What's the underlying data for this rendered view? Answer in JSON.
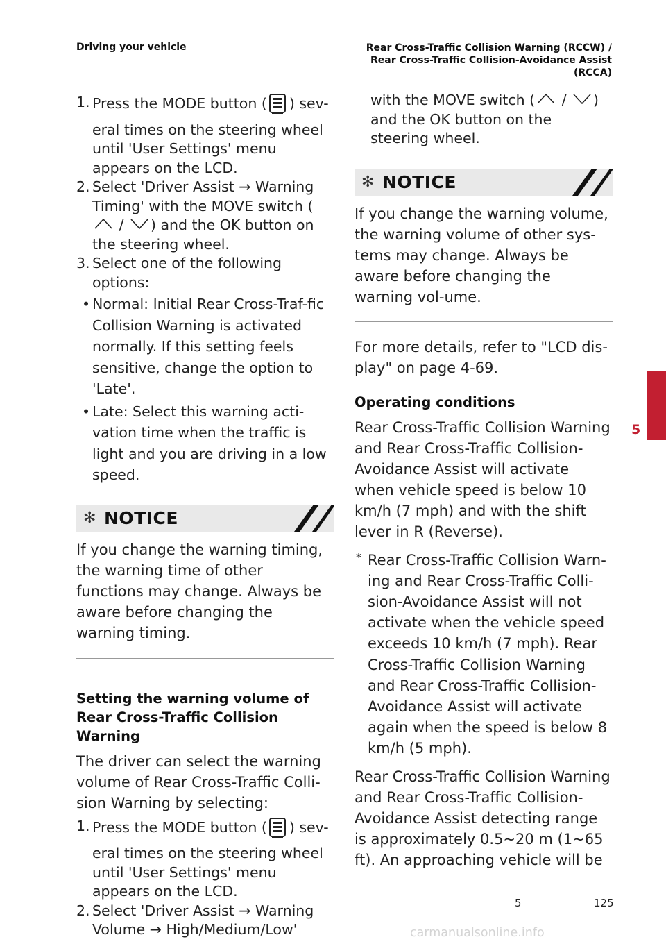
{
  "header": {
    "left": "Driving your vehicle",
    "right_line1": "Rear Cross-Traffic Collision Warning (RCCW) /",
    "right_line2": "Rear Cross-Traffic Collision-Avoidance Assist",
    "right_line3": "(RCCA)"
  },
  "left_column": {
    "steps_timing": [
      {
        "num": "1.",
        "before": "Press the MODE button (",
        "after": ") sev-eral times on the steering wheel until 'User Settings' menu appears on the LCD."
      },
      {
        "num": "2.",
        "before": "Select 'Driver Assist → Warning Timing' with the MOVE switch (",
        "middle": " / ",
        "after": ") and the OK button on the steering wheel."
      },
      {
        "num": "3.",
        "text": "Select one of the following options:"
      }
    ],
    "bullets": [
      "Normal: Initial Rear Cross-Traf-fic Collision Warning is activated normally. If this setting feels sensitive, change the option to 'Late'.",
      "Late: Select this warning acti-vation time when the traffic is light and you are driving in a low speed."
    ],
    "bullet_symbol": "•",
    "notice_title": "NOTICE",
    "notice_text": "If you change the warning timing, the warning time of other functions may change. Always be aware before changing the warning timing.",
    "volume_heading": "Setting the warning volume of Rear Cross-Traffic Collision Warning",
    "volume_intro": "The driver can select the warning volume of Rear Cross-Traffic Colli-sion Warning by selecting:",
    "steps_volume": [
      {
        "num": "1.",
        "before": "Press the MODE button (",
        "after": ") sev-eral times on the steering wheel until 'User Settings' menu appears on the LCD."
      },
      {
        "num": "2.",
        "text": "Select 'Driver Assist → Warning Volume → High/Medium/Low'"
      }
    ]
  },
  "right_column": {
    "continued_before": "with the MOVE switch (",
    "continued_middle": " / ",
    "continued_after": ") and the OK button on the steering wheel.",
    "notice_title": "NOTICE",
    "notice_text": "If you change the warning volume, the warning volume of other sys-tems may change. Always be aware before changing the warning vol-ume.",
    "details": "For more details, refer to \"LCD dis-play\" on page 4-69.",
    "operating_heading": "Operating conditions",
    "operating_text": "Rear Cross-Traffic Collision Warning and Rear Cross-Traffic Collision-Avoidance Assist will activate when vehicle speed is below 10 km/h (7 mph) and with the shift lever in R (Reverse).",
    "asterisk_symbol": "*",
    "asterisk_text": "Rear Cross-Traffic Collision Warn-ing and Rear Cross-Traffic Colli-sion-Avoidance Assist will not activate when the vehicle speed exceeds 10 km/h (7 mph). Rear Cross-Traffic Collision Warning and Rear Cross-Traffic Collision-Avoidance Assist will activate again when the speed is below 8 km/h (5 mph).",
    "range_text": "Rear Cross-Traffic Collision Warning and Rear Cross-Traffic Collision-Avoidance Assist detecting range is approximately 0.5~20 m (1~65 ft). An approaching vehicle will be"
  },
  "side_tab": {
    "number": "5",
    "color": "#c21f31"
  },
  "footer": {
    "section": "5",
    "page": "125"
  },
  "watermark": "carmanualsonline.info",
  "icons": {
    "mode_button": "mode-button-icon",
    "move_up": "chevron-up-icon",
    "move_down": "chevron-down-icon",
    "notice": "notice-asterisk-icon"
  }
}
